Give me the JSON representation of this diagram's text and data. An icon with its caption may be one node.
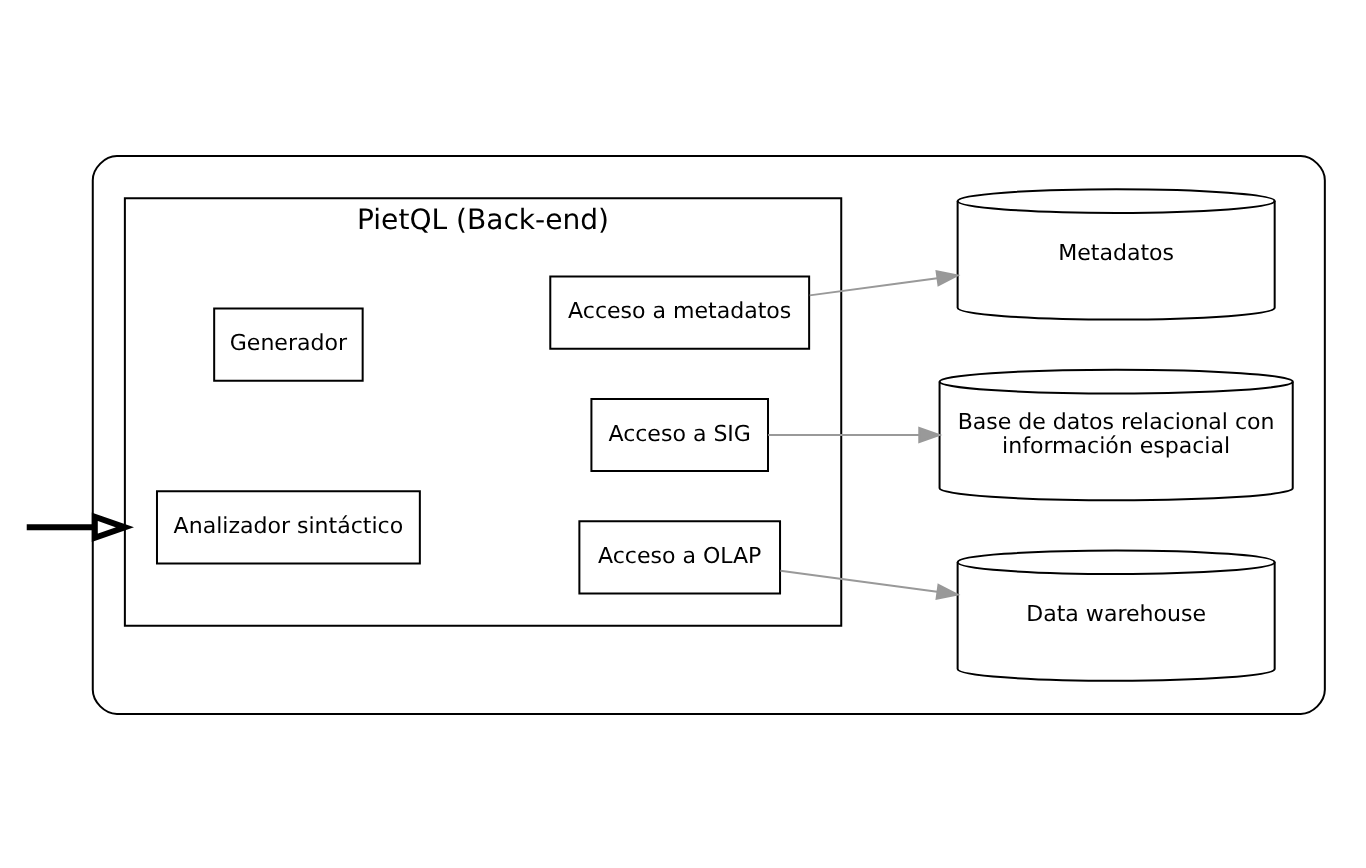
{
  "diagram": {
    "nodes": [
      {
        "text": [],
        "shape": "box"
      },
      {
        "text": [
          "PietQL (Back-end)"
        ],
        "in": 0
      },
      {
        "text": [
          "Analizador sintáctico"
        ],
        "in": 1
      },
      {
        "text": [
          "Generador"
        ],
        "in": 1
      },
      {
        "text": [
          "Acceso a OLAP"
        ],
        "in": 1
      },
      {
        "text": [
          "Acceso a SIG"
        ],
        "in": 1
      },
      {
        "text": [
          "Acceso a metadatos"
        ],
        "in": 1
      },
      {
        "text": [
          "Data warehouse"
        ],
        "in": 0
      },
      {
        "text": [
          "Base de datos relacional con información espacial"
        ],
        "in": 0
      },
      {
        "text": [
          "Metadatos"
        ],
        "in": 0
      }
    ],
    "edges": [
      {
        "from": null,
        "to": 1,
        "arrow": "to",
        "style": "thick",
        "color": "#000000"
      },
      {
        "from": 4,
        "to": 7,
        "arrow": "to"
      },
      {
        "from": 5,
        "to": 8,
        "arrow": "to"
      },
      {
        "from": 6,
        "to": 9,
        "arrow": "to"
      }
    ]
  }
}
